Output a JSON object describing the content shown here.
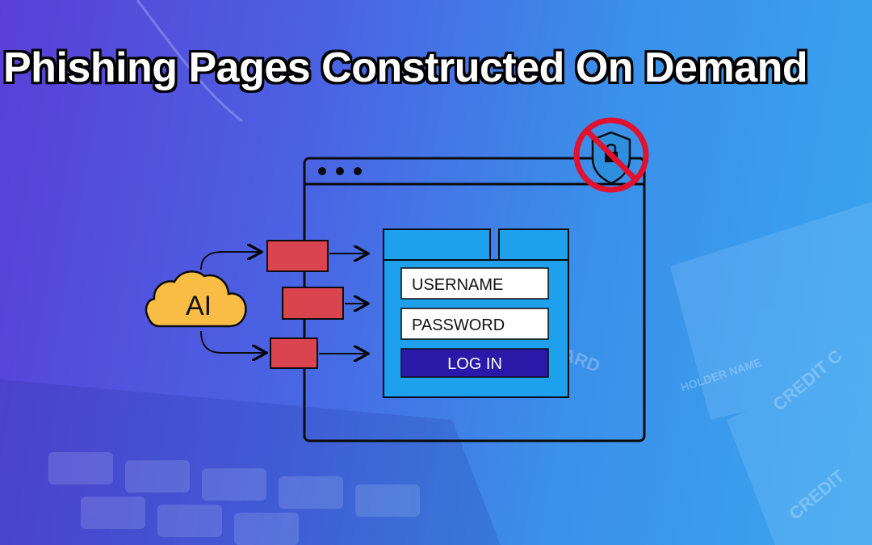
{
  "title": "Phishing Pages Constructed On Demand",
  "cloud": {
    "label": "AI",
    "icon": "cloud-icon"
  },
  "login_form": {
    "username_label": "USERNAME",
    "password_label": "PASSWORD",
    "button_label": "LOG IN"
  },
  "background": {
    "texts": [
      "CREDIT C",
      "HOLDER NAME",
      "CREDIT",
      "ARD"
    ]
  },
  "icons": [
    "no-security-shield-icon",
    "cloud-icon",
    "arrow-icon"
  ],
  "colors": {
    "red_block": "#d9444f",
    "login_button": "#2a18a8",
    "form_blue": "#1fa0ec",
    "cloud": "#f9bd45",
    "prohibit_red": "#e0122f"
  }
}
